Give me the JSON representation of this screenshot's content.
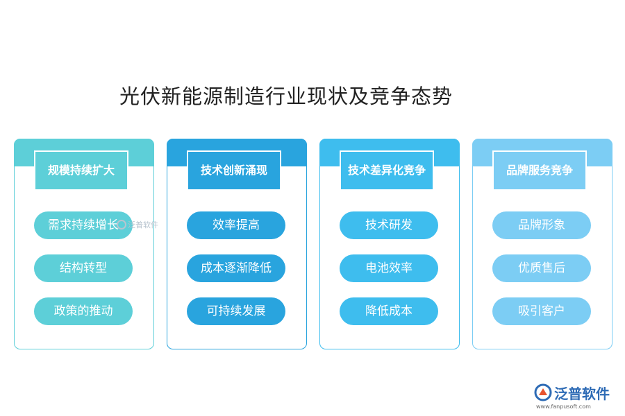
{
  "title": "光伏新能源制造行业现状及竞争态势",
  "columns": [
    {
      "header": "规模持续扩大",
      "items": [
        "需求持续增长",
        "结构转型",
        "政策的推动"
      ],
      "color": "#5dcfd8"
    },
    {
      "header": "技术创新涌现",
      "items": [
        "效率提高",
        "成本逐渐降低",
        "可持续发展"
      ],
      "color": "#29a4de"
    },
    {
      "header": "技术差异化竞争",
      "items": [
        "技术研发",
        "电池效率",
        "降低成本"
      ],
      "color": "#3ebdee"
    },
    {
      "header": "品牌服务竞争",
      "items": [
        "品牌形象",
        "优质售后",
        "吸引客户"
      ],
      "color": "#7ccdf4"
    }
  ],
  "watermark": "泛普软件",
  "logo": {
    "name": "泛普软件",
    "url": "www.fanpusoft.com"
  }
}
